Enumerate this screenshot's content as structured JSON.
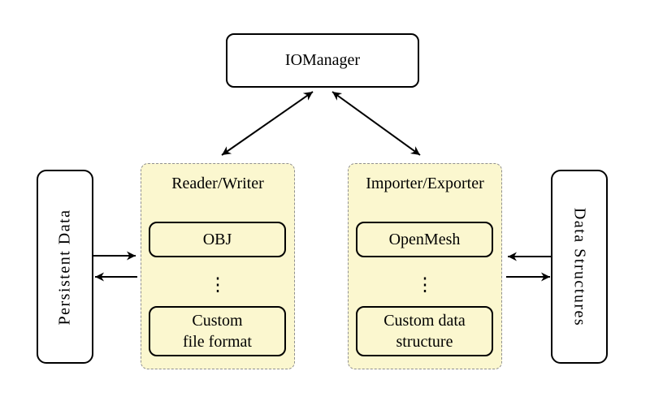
{
  "diagram_type": "architecture-diagram",
  "colors": {
    "background": "#ffffff",
    "container_fill": "#fbf7cf",
    "container_border": "#909090",
    "node_fill": "#ffffff",
    "node_border": "#000000",
    "arrow": "#000000"
  },
  "nodes": {
    "iomanager": {
      "label": "IOManager"
    },
    "persistent_data": {
      "label": "Persistent Data"
    },
    "data_structures": {
      "label": "Data Structures"
    }
  },
  "columns": [
    {
      "id": "reader_writer",
      "title": "Reader/Writer",
      "top_item": "OBJ",
      "ellipsis": "⋮",
      "bottom_item_lines": [
        "Custom",
        "file format"
      ]
    },
    {
      "id": "importer_exporter",
      "title": "Importer/Exporter",
      "top_item": "OpenMesh",
      "ellipsis": "⋮",
      "bottom_item_lines": [
        "Custom data",
        "structure"
      ]
    }
  ],
  "edges": [
    {
      "from": "iomanager",
      "to": "reader_writer",
      "direction": "bidirectional"
    },
    {
      "from": "iomanager",
      "to": "importer_exporter",
      "direction": "bidirectional"
    },
    {
      "from": "persistent_data",
      "to": "reader_writer",
      "direction": "forward"
    },
    {
      "from": "reader_writer",
      "to": "persistent_data",
      "direction": "forward"
    },
    {
      "from": "data_structures",
      "to": "importer_exporter",
      "direction": "forward"
    },
    {
      "from": "importer_exporter",
      "to": "data_structures",
      "direction": "forward"
    }
  ]
}
